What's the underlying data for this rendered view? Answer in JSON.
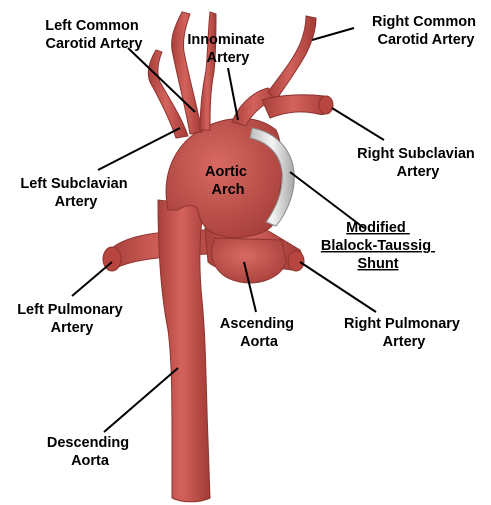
{
  "colors": {
    "vessel": "#c9534e",
    "vessel_dark": "#9e3a36",
    "vessel_light": "#e08a84",
    "shunt": "#d9d9d9",
    "shunt_edge": "#9a9a9a",
    "label": "#000000"
  },
  "labels": {
    "left_common_carotid": [
      "Left Common",
      "Carotid Artery"
    ],
    "innominate": [
      "Innominate",
      "Artery"
    ],
    "right_common_carotid": [
      "Right Common",
      "Carotid Artery"
    ],
    "right_subclavian": [
      "Right Subclavian",
      "Artery"
    ],
    "aortic_arch": [
      "Aortic",
      "Arch"
    ],
    "left_subclavian": [
      "Left Subclavian",
      "Artery"
    ],
    "mbt_shunt": [
      "Modified",
      "Blalock-Taussig",
      "Shunt"
    ],
    "left_pulmonary": [
      "Left Pulmonary",
      "Artery"
    ],
    "ascending_aorta": [
      "Ascending",
      "Aorta"
    ],
    "right_pulmonary": [
      "Right Pulmonary",
      "Artery"
    ],
    "descending_aorta": [
      "Descending",
      "Aorta"
    ]
  }
}
